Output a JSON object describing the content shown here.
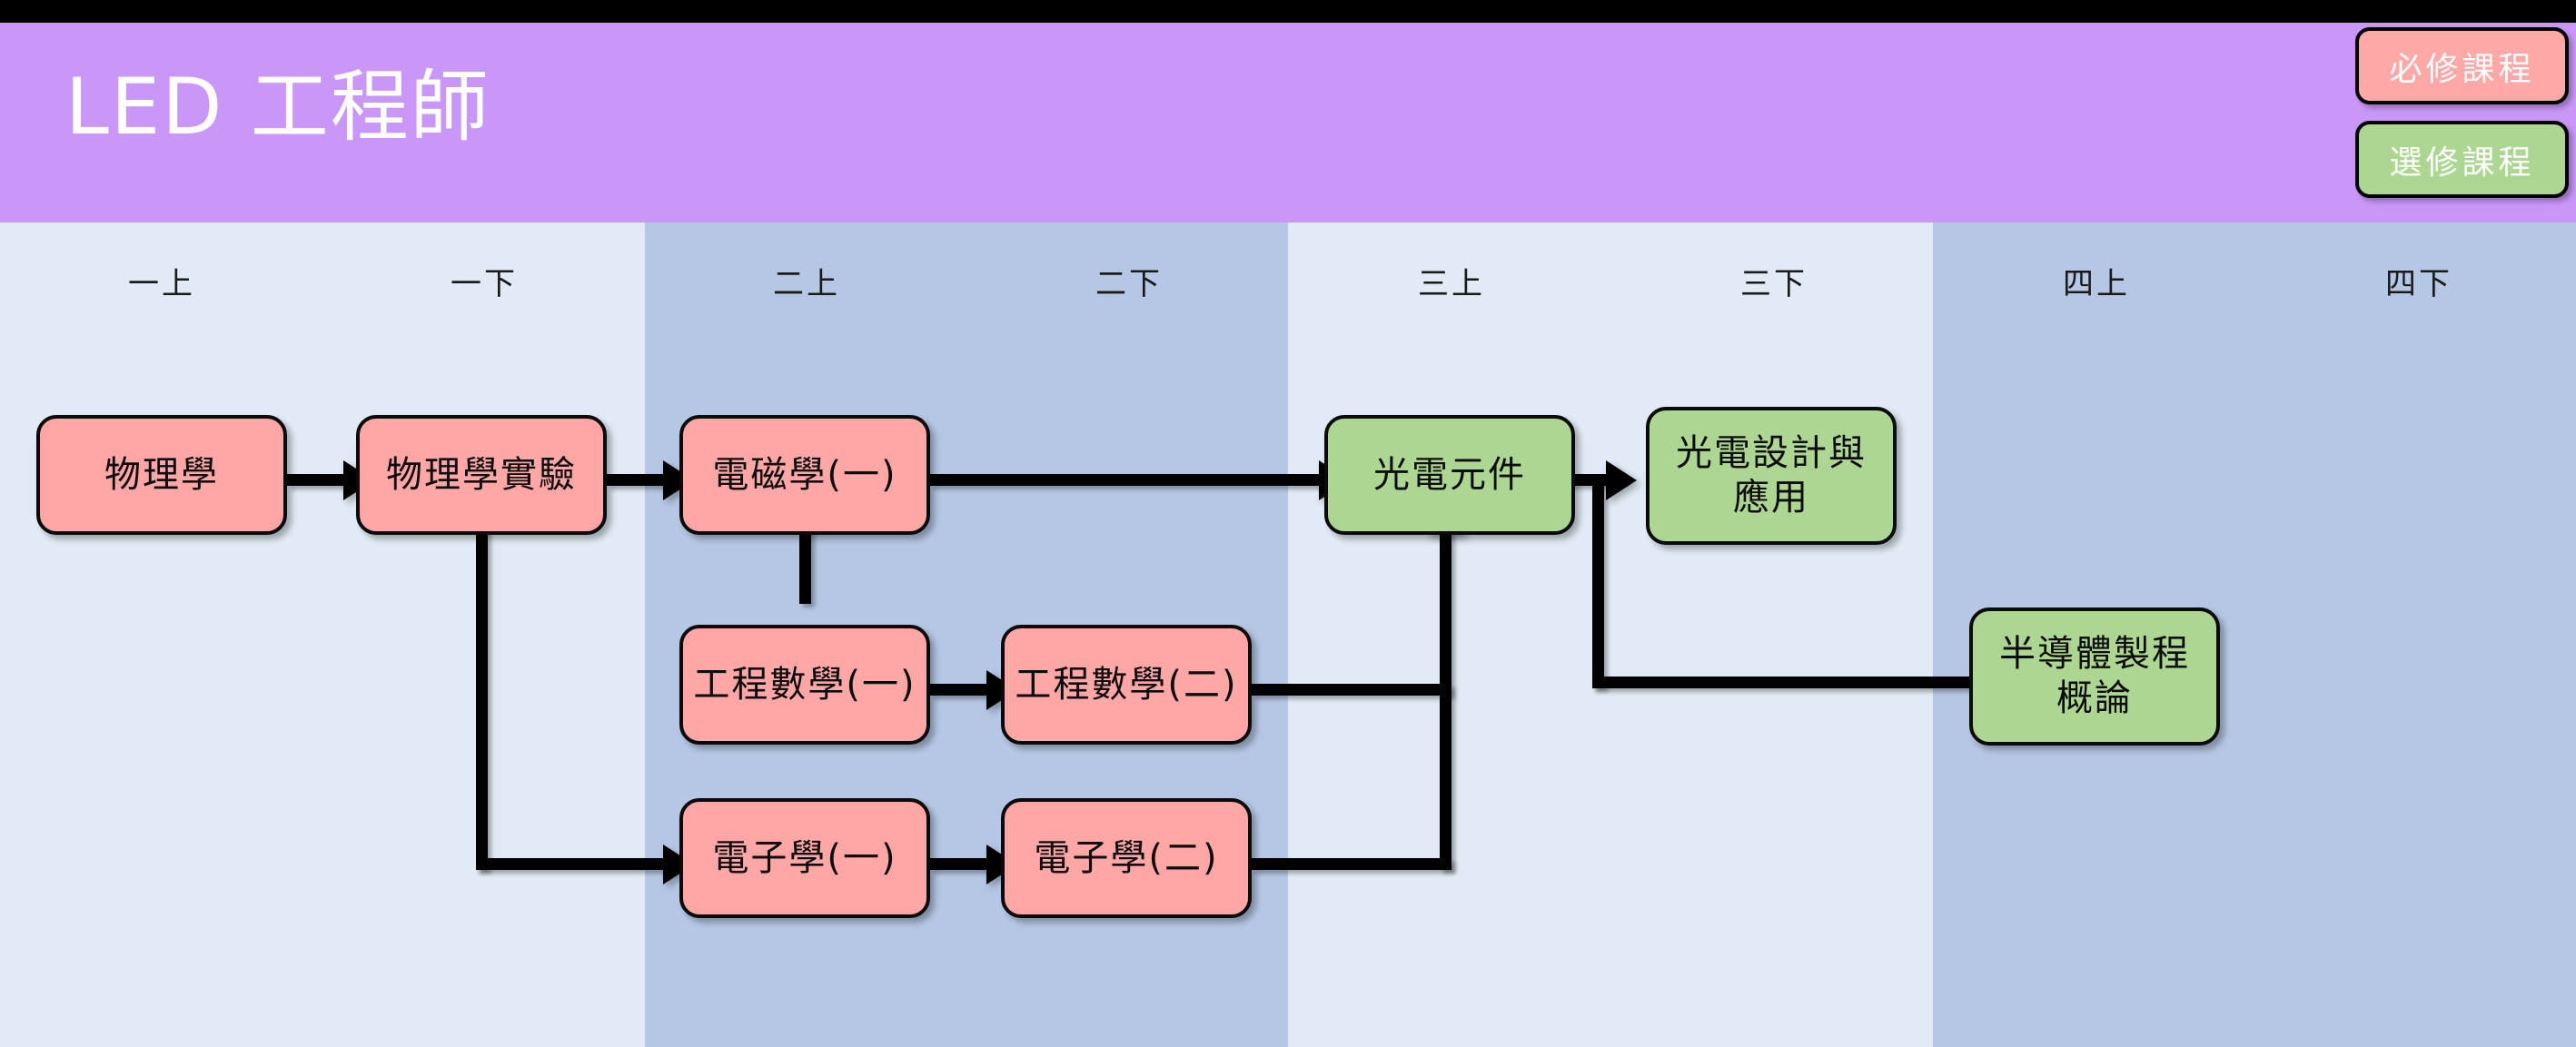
{
  "page": {
    "title": "LED 工程師"
  },
  "legend": {
    "items": [
      {
        "label": "必修課程",
        "color": "#ffa6a6",
        "type": "required"
      },
      {
        "label": "選修課程",
        "color": "#aed693",
        "type": "elective"
      }
    ]
  },
  "semesters": [
    {
      "label": "一上"
    },
    {
      "label": "一下"
    },
    {
      "label": "二上"
    },
    {
      "label": "二下"
    },
    {
      "label": "三上"
    },
    {
      "label": "三下"
    },
    {
      "label": "四上"
    },
    {
      "label": "四下"
    }
  ],
  "courses": [
    {
      "id": "physics",
      "label": "物理學",
      "type": "required",
      "semester": "一上"
    },
    {
      "id": "physics-lab",
      "label": "物理學實驗",
      "type": "required",
      "semester": "一下"
    },
    {
      "id": "em1",
      "label": "電磁學(一)",
      "type": "required",
      "semester": "二上"
    },
    {
      "id": "engmath1",
      "label": "工程數學(一)",
      "type": "required",
      "semester": "二上"
    },
    {
      "id": "electronics1",
      "label": "電子學(一)",
      "type": "required",
      "semester": "二上"
    },
    {
      "id": "engmath2",
      "label": "工程數學(二)",
      "type": "required",
      "semester": "二下"
    },
    {
      "id": "electronics2",
      "label": "電子學(二)",
      "type": "required",
      "semester": "二下"
    },
    {
      "id": "optoelements",
      "label": "光電元件",
      "type": "elective",
      "semester": "三上"
    },
    {
      "id": "optodesign",
      "label": "光電設計與\n應用",
      "type": "elective",
      "semester": "三下"
    },
    {
      "id": "semiprocess",
      "label": "半導體製程\n概論",
      "type": "elective",
      "semester": "四上"
    }
  ],
  "connections": [
    {
      "from": "physics",
      "to": "physics-lab"
    },
    {
      "from": "physics-lab",
      "to": "em1"
    },
    {
      "from": "physics-lab",
      "to": "electronics1"
    },
    {
      "from": "em1",
      "to": "optoelements"
    },
    {
      "from": "engmath1",
      "to": "em1"
    },
    {
      "from": "engmath1",
      "to": "engmath2"
    },
    {
      "from": "engmath2",
      "to": "optoelements"
    },
    {
      "from": "electronics1",
      "to": "electronics2"
    },
    {
      "from": "electronics2",
      "to": "optoelements"
    },
    {
      "from": "optoelements",
      "to": "optodesign"
    },
    {
      "from": "optoelements",
      "to": "semiprocess"
    }
  ],
  "colors": {
    "header_bg": "#c997f7",
    "canvas_bg": "#e1eaf5",
    "band_bg": "#b5c7e4",
    "required": "#ffa6a6",
    "elective": "#aed693",
    "stroke": "#000000",
    "title_text": "#ffffff"
  }
}
